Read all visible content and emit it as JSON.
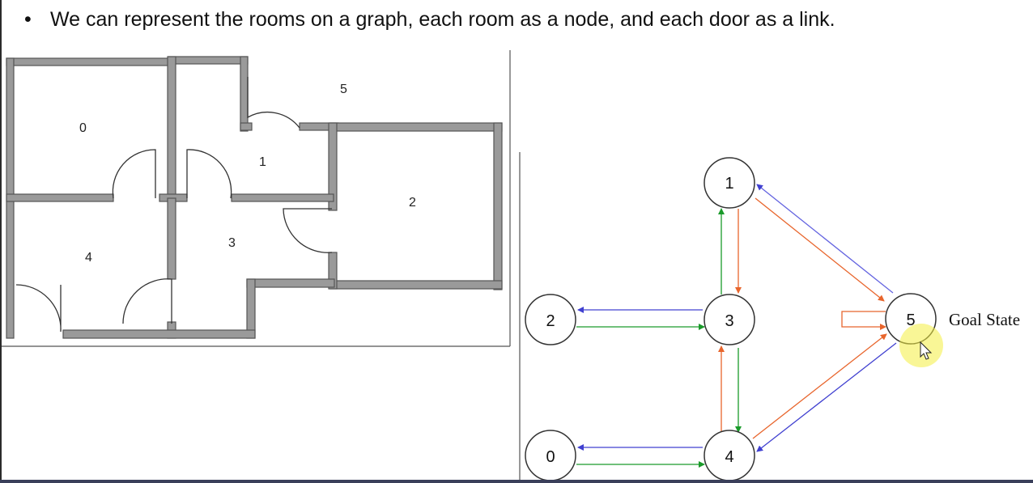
{
  "slide": {
    "bullet": "•",
    "text": "We can represent the rooms on a graph, each room as a node, and each door as a link."
  },
  "floorplan": {
    "rooms": [
      "0",
      "1",
      "2",
      "3",
      "4",
      "5"
    ]
  },
  "graph": {
    "nodes": [
      "0",
      "1",
      "2",
      "3",
      "4",
      "5"
    ],
    "goal_label": "Goal State",
    "edges": [
      {
        "from": "1",
        "to": "5",
        "color": "#e8652c"
      },
      {
        "from": "5",
        "to": "1",
        "color": "#6464e0"
      },
      {
        "from": "1",
        "to": "3",
        "color": "#e8652c"
      },
      {
        "from": "3",
        "to": "1",
        "color": "#1a9a2a"
      },
      {
        "from": "3",
        "to": "2",
        "color": "#4040d0"
      },
      {
        "from": "2",
        "to": "3",
        "color": "#1a9a2a"
      },
      {
        "from": "3",
        "to": "4",
        "color": "#1a9a2a"
      },
      {
        "from": "4",
        "to": "3",
        "color": "#e8652c"
      },
      {
        "from": "4",
        "to": "0",
        "color": "#4040d0"
      },
      {
        "from": "0",
        "to": "4",
        "color": "#1a9a2a"
      },
      {
        "from": "4",
        "to": "5",
        "color": "#e8652c"
      },
      {
        "from": "5",
        "to": "4",
        "color": "#4040d0"
      },
      {
        "from": "5",
        "to": "5",
        "color": "#e8652c"
      }
    ],
    "colors": {
      "orange": "#e8652c",
      "blue": "#4040d0",
      "green": "#1a9a2a",
      "cursor": "#f4ee40"
    }
  }
}
